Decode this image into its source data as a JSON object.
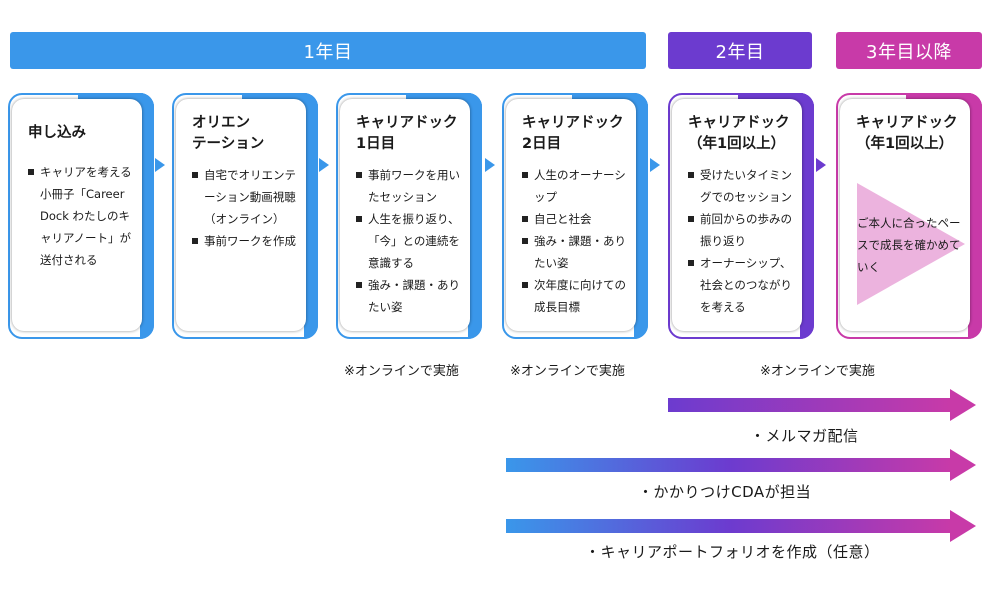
{
  "years": {
    "y1": "1年目",
    "y2": "2年目",
    "y3": "3年目以降"
  },
  "cards": [
    {
      "title": "申し込み",
      "items": [
        "キャリアを考える小冊子「Career Dock わたしのキャリアノート」が送付される"
      ]
    },
    {
      "title": "オリエン\nテーション",
      "items": [
        "自宅でオリエンテーション動画視聴（オンライン）",
        "事前ワークを作成"
      ]
    },
    {
      "title": "キャリアドック\n1日目",
      "items": [
        "事前ワークを用いたセッション",
        "人生を振り返り、「今」との連続を意識する",
        "強み・課題・ありたい姿"
      ]
    },
    {
      "title": "キャリアドック\n2日目",
      "items": [
        "人生のオーナーシップ",
        "自己と社会",
        "強み・課題・ありたい姿",
        "次年度に向けての成長目標"
      ]
    },
    {
      "title": "キャリアドック\n（年1回以上）",
      "items": [
        "受けたいタイミングでのセッション",
        "前回からの歩みの振り返り",
        "オーナーシップ、社会とのつながりを考える"
      ]
    },
    {
      "title": "キャリアドック\n（年1回以上）",
      "text": "ご本人に合ったペースで成長を確かめていく"
    }
  ],
  "notes": {
    "n1": "※オンラインで実施",
    "n2": "※オンラインで実施",
    "n3": "※オンラインで実施"
  },
  "flows": {
    "f1": "・メルマガ配信",
    "f2": "・かかりつけCDAが担当",
    "f3": "・キャリアポートフォリオを作成（任意）"
  },
  "colors": {
    "year1": "#3a97ea",
    "year2": "#6c3bcf",
    "year3": "#c83aa8"
  }
}
